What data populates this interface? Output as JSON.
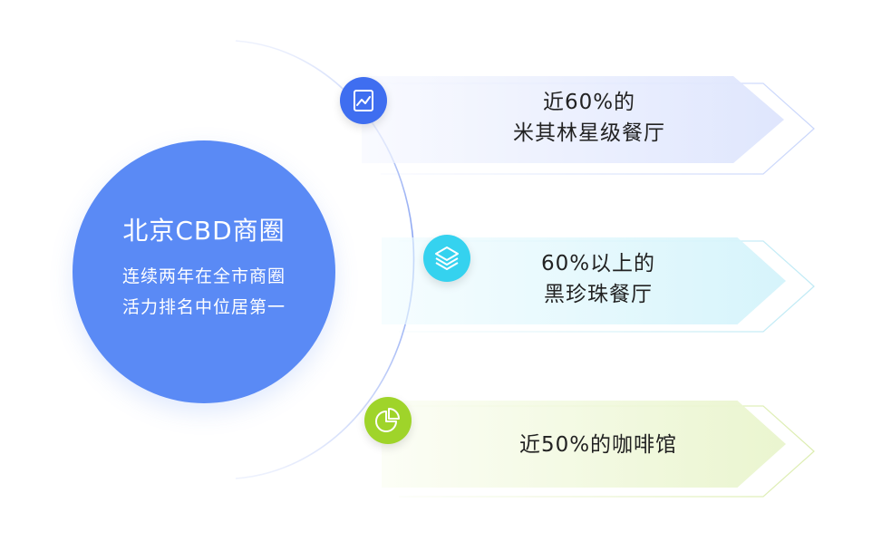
{
  "colors": {
    "main_circle": "#5a8af5",
    "icon_blue": "#3f6ef0",
    "icon_cyan": "#35d2ef",
    "icon_green": "#9fd42a",
    "arc_line": "#8ca6f3"
  },
  "center": {
    "title": "北京CBD商圈",
    "line1": "连续两年在全市商圈",
    "line2": "活力排名中位居第一"
  },
  "items": [
    {
      "icon": "chart-line-icon",
      "line1": "近60%的",
      "line2": "米其林星级餐厅"
    },
    {
      "icon": "layers-icon",
      "line1": "60%以上的",
      "line2": "黑珍珠餐厅"
    },
    {
      "icon": "pie-chart-icon",
      "line1": "近50%的咖啡馆"
    }
  ]
}
